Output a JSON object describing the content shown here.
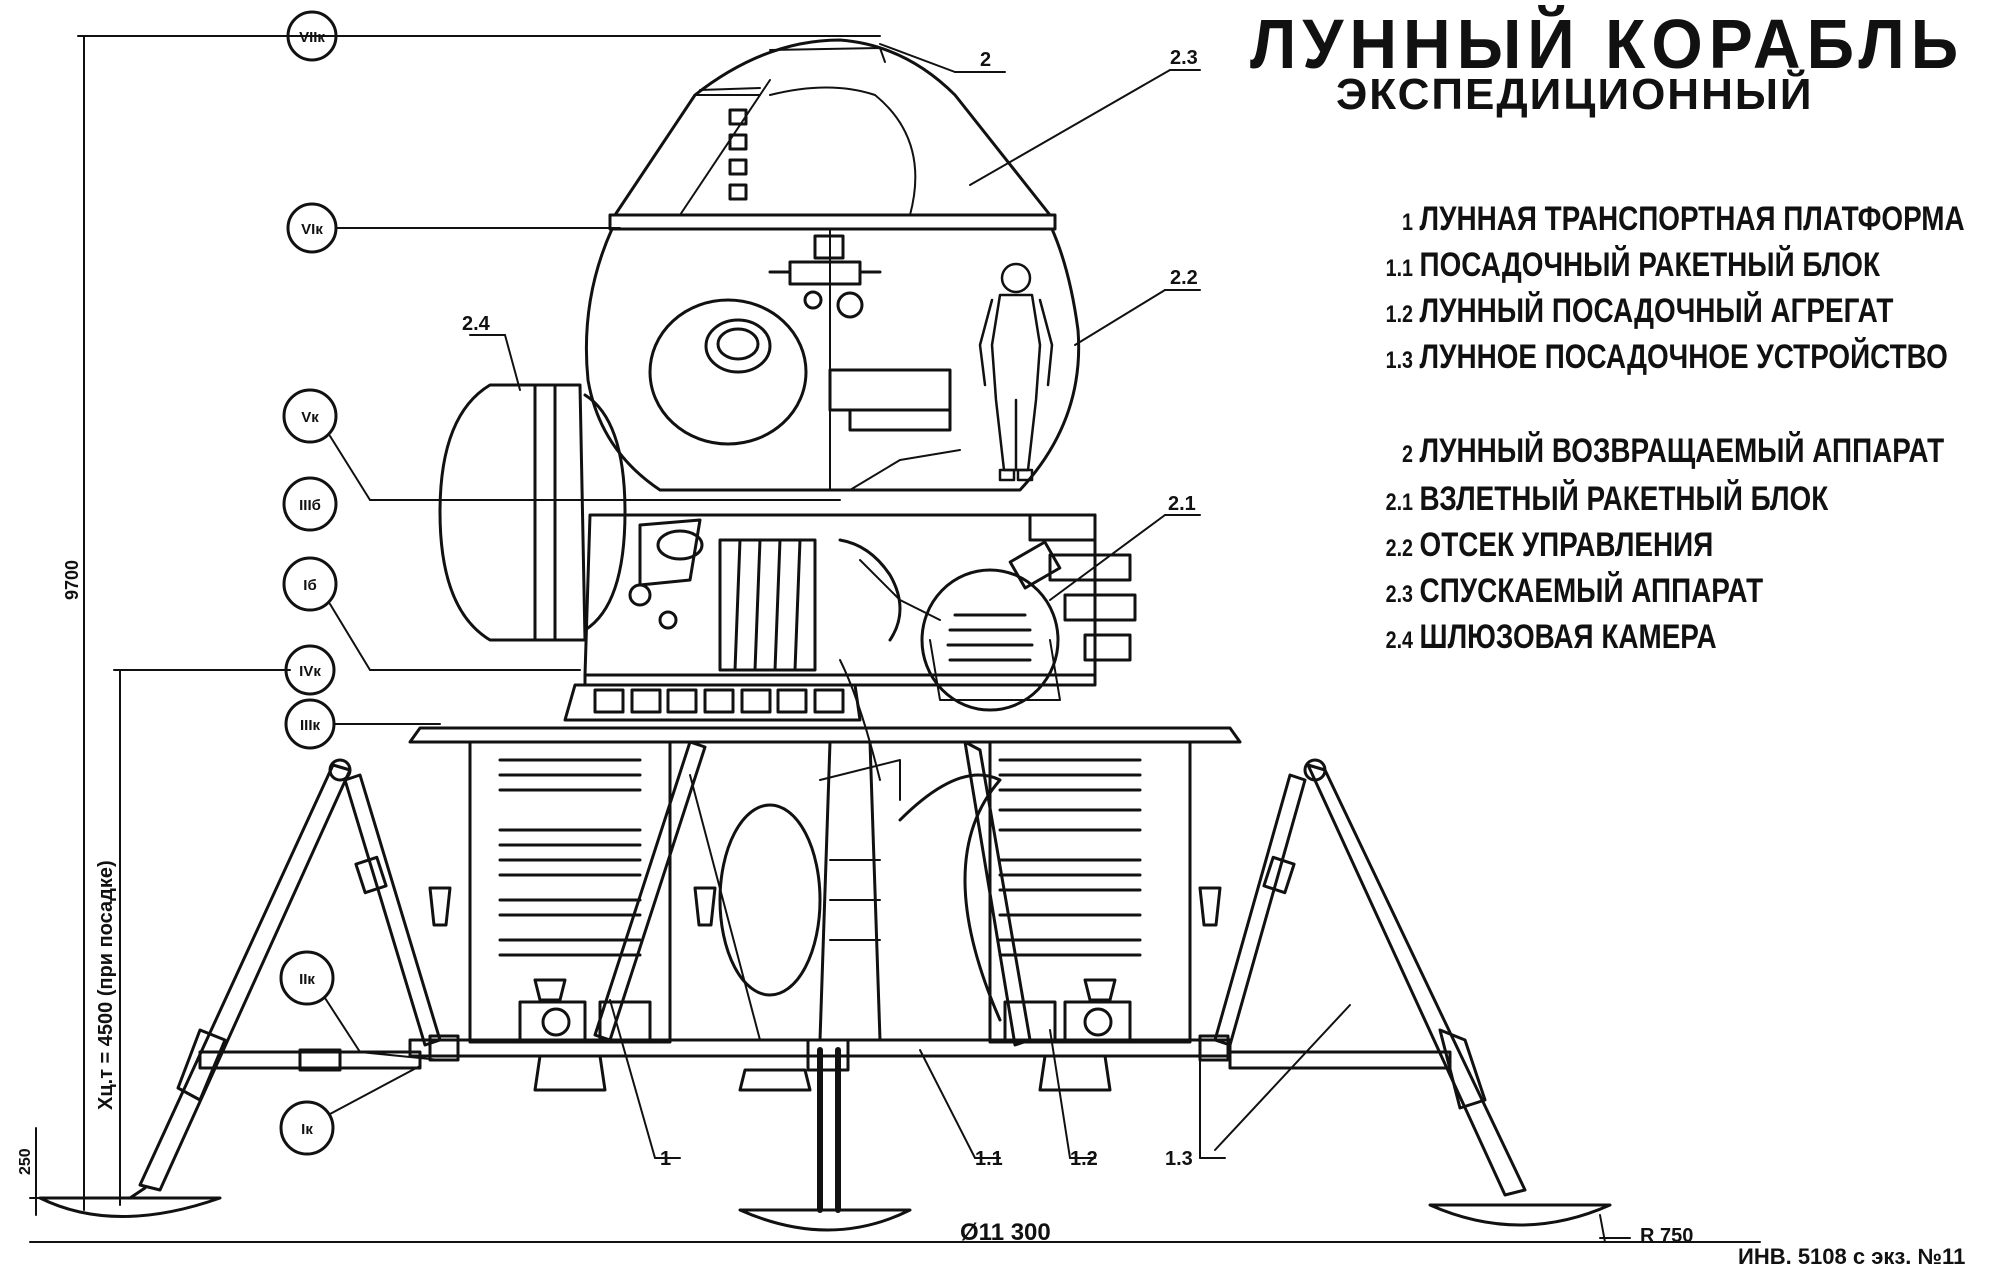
{
  "title": "ЛУННЫЙ КОРАБЛЬ",
  "subtitle": "ЭКСПЕДИЦИОННЫЙ",
  "legend": [
    {
      "num": "1",
      "label": "ЛУННАЯ ТРАНСПОРТНАЯ ПЛАТФОРМА"
    },
    {
      "num": "1.1",
      "label": "ПОСАДОЧНЫЙ РАКЕТНЫЙ БЛОК"
    },
    {
      "num": "1.2",
      "label": "ЛУННЫЙ ПОСАДОЧНЫЙ АГРЕГАТ"
    },
    {
      "num": "1.3",
      "label": "ЛУННОЕ ПОСАДОЧНОЕ УСТРОЙСТВО"
    },
    {
      "num": "2",
      "label": "ЛУННЫЙ ВОЗВРАЩАЕМЫЙ АППАРАТ"
    },
    {
      "num": "2.1",
      "label": "ВЗЛЕТНЫЙ РАКЕТНЫЙ БЛОК"
    },
    {
      "num": "2.2",
      "label": "ОТСЕК УПРАВЛЕНИЯ"
    },
    {
      "num": "2.3",
      "label": "СПУСКАЕМЫЙ АППАРАТ"
    },
    {
      "num": "2.4",
      "label": "ШЛЮЗОВАЯ КАМЕРА"
    }
  ],
  "sections": [
    "VIIк",
    "VIк",
    "Vк",
    "IIIб",
    "Iб",
    "IVк",
    "IIIк",
    "IIк",
    "Iк"
  ],
  "callouts": [
    "2",
    "2.3",
    "2.2",
    "2.4",
    "2.1",
    "1",
    "1.1",
    "1.2",
    "1.3"
  ],
  "dimensions": {
    "height": "9700",
    "cg": "Xц.т = 4500 (при посадке)",
    "foot": "250",
    "diameter": "Ø11 300",
    "radius": "R 750"
  },
  "stamp": "ИНВ. 5108 с  экз. №11"
}
